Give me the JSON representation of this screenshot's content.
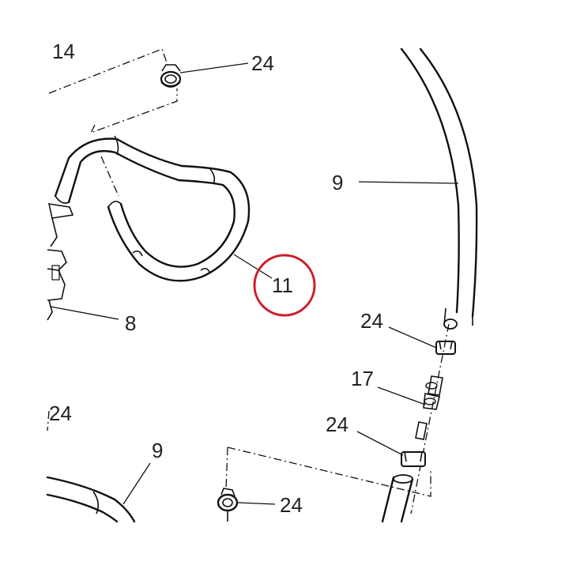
{
  "callouts": {
    "c14": "14",
    "c24_top": "24",
    "c9_right": "9",
    "c11": "11",
    "c8": "8",
    "c24_right_upper": "24",
    "c17": "17",
    "c24_right_lower": "24",
    "c24_left": "24",
    "c9_bottom": "9",
    "c24_bottom": "24"
  },
  "highlight": {
    "target": "11",
    "color": "#cc1f2a"
  }
}
